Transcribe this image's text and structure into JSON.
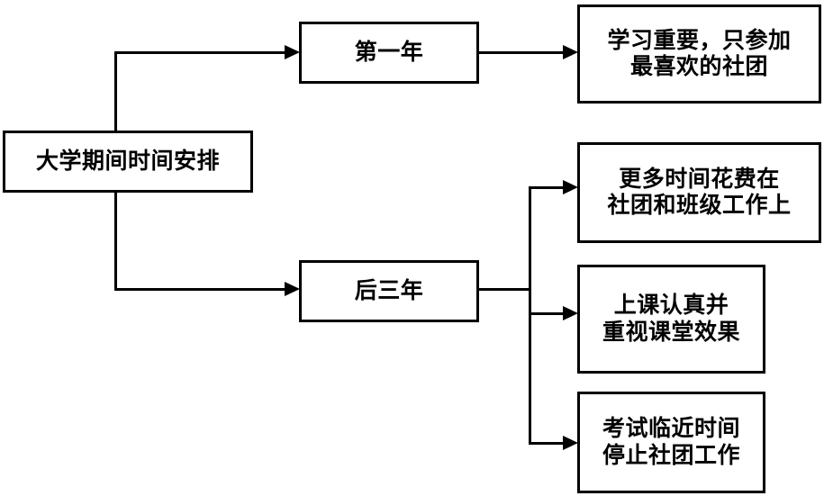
{
  "diagram": {
    "type": "tree-flowchart",
    "orientation": "left-to-right",
    "root": {
      "label": "大学期间时间安排"
    },
    "branches": [
      {
        "id": "year1",
        "label": "第一年",
        "outcomes": [
          {
            "id": "leaf-1",
            "label": "学习重要，只参加\n最喜欢的社团"
          }
        ]
      },
      {
        "id": "years234",
        "label": "后三年",
        "outcomes": [
          {
            "id": "leaf-2",
            "label": "更多时间花费在\n社团和班级工作上"
          },
          {
            "id": "leaf-3",
            "label": "上课认真并\n重视课堂效果"
          },
          {
            "id": "leaf-4",
            "label": "考试临近时间\n停止社团工作"
          }
        ]
      }
    ],
    "colors": {
      "stroke": "#000000",
      "fill": "#ffffff",
      "text": "#000000"
    }
  }
}
